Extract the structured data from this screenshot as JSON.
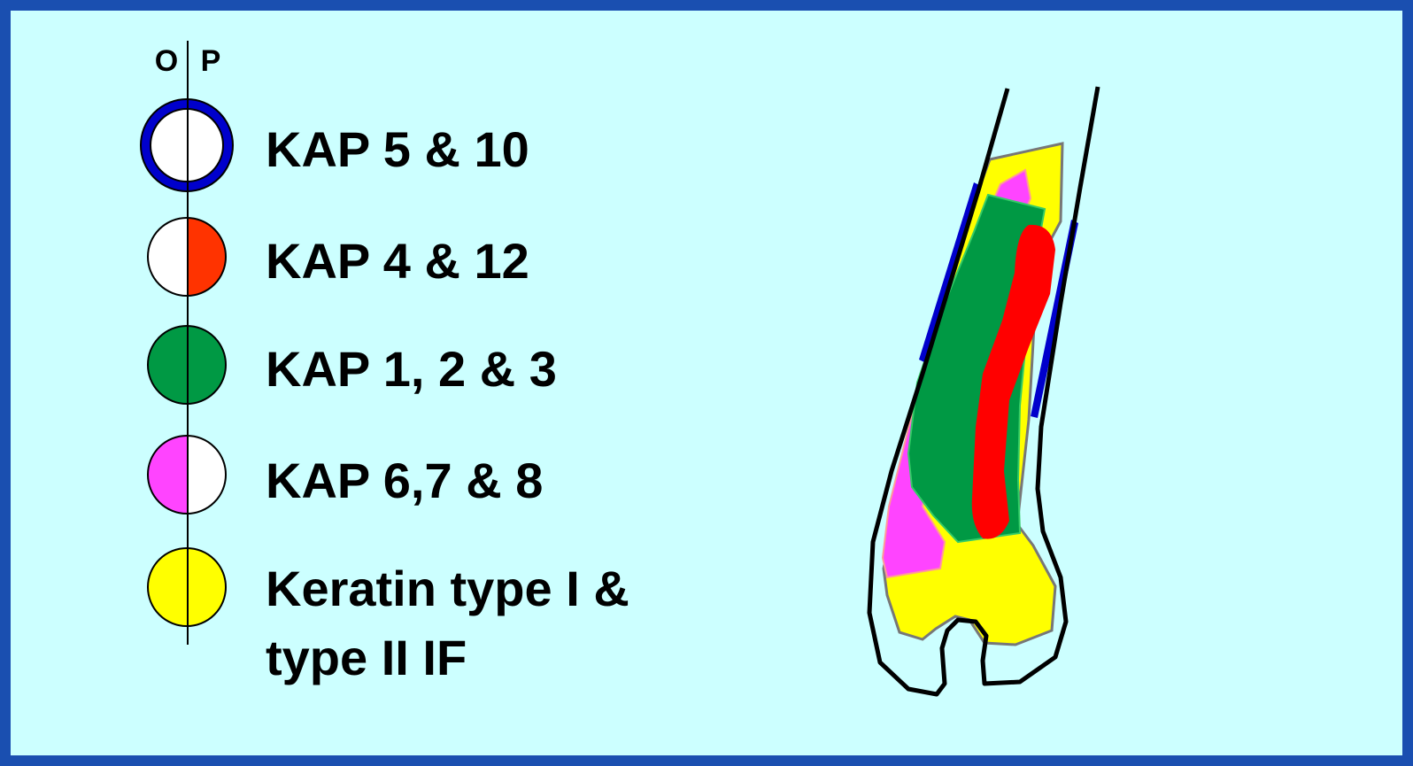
{
  "legend": {
    "side_labels": {
      "left": "O",
      "right": "P"
    },
    "items": [
      {
        "label": "KAP 5 & 10",
        "swatch": "white-circle-with-blue-ring",
        "left_color": "#ffffff",
        "right_color": "#ffffff",
        "ring_color": "#0000cc"
      },
      {
        "label": "KAP 4 & 12",
        "swatch": "half-white-half-orange",
        "left_color": "#ffffff",
        "right_color": "#ff3300"
      },
      {
        "label": "KAP 1, 2 & 3",
        "swatch": "green",
        "left_color": "#009944",
        "right_color": "#009944"
      },
      {
        "label": "KAP 6,7 & 8",
        "swatch": "half-pink-half-white",
        "left_color": "#ff44ff",
        "right_color": "#ffffff"
      },
      {
        "label_lines": [
          "Keratin type I &",
          "type II IF"
        ],
        "swatch": "yellow",
        "left_color": "#ffff00",
        "right_color": "#ffff00"
      }
    ]
  },
  "colors": {
    "slide_border": "#1a4fb0",
    "background": "#ccffff",
    "kap_5_10": "#0000cc",
    "kap_4_12": "#ff0000",
    "kap_1_2_3": "#009944",
    "kap_6_7_8": "#ff44ff",
    "keratin_if": "#ffff00"
  }
}
